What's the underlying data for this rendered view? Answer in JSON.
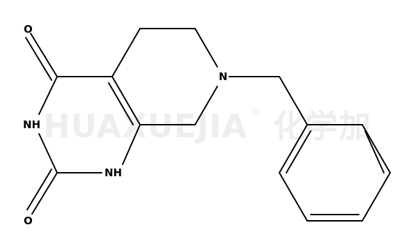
{
  "watermark": {
    "text": "HUAXUEJIA",
    "registered": "®",
    "cjk": "化学加",
    "color": "#eeeeee"
  },
  "atoms": {
    "o_top": "O",
    "o_bottom": "O",
    "nh_left": "NH",
    "nh_bottom": "NH",
    "n_ring": "N"
  },
  "colors": {
    "bond": "#000000",
    "label": "#000000",
    "background": "#ffffff"
  }
}
